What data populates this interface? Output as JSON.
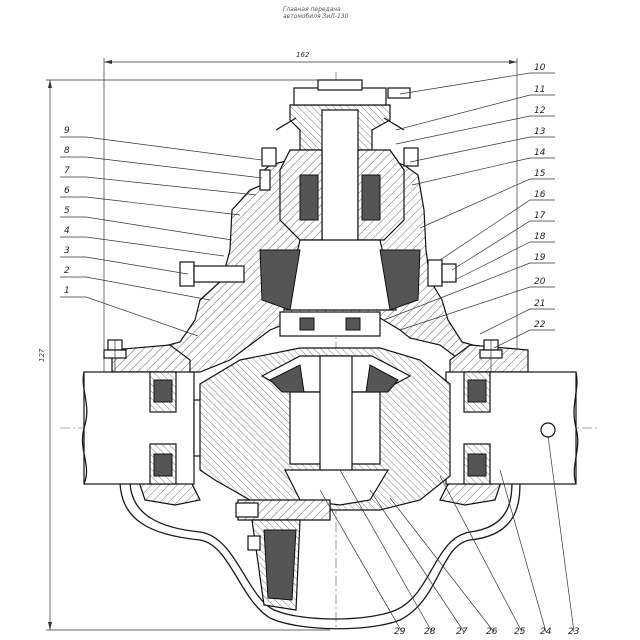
{
  "title": {
    "line1": "Главная передача",
    "line2": "автомобиля ЗиЛ-130"
  },
  "dimensions": {
    "width": "162",
    "height": "127"
  },
  "callouts": {
    "left": [
      "9",
      "8",
      "7",
      "6",
      "5",
      "4",
      "3",
      "2",
      "1"
    ],
    "right": [
      "10",
      "11",
      "12",
      "13",
      "14",
      "15",
      "16",
      "17",
      "18",
      "19",
      "20",
      "21",
      "22"
    ],
    "bottom": [
      "29",
      "28",
      "27",
      "26",
      "25",
      "24",
      "23"
    ]
  }
}
